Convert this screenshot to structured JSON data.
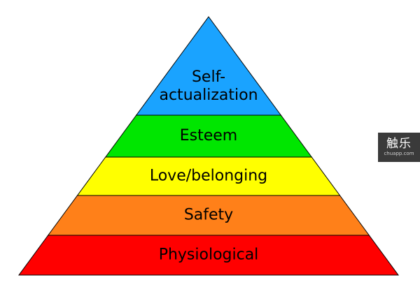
{
  "diagram": {
    "tiers": [
      {
        "label_lines": [
          "Self-",
          "actualization"
        ],
        "color": "#1aa3ff"
      },
      {
        "label_lines": [
          "Esteem"
        ],
        "color": "#00e600"
      },
      {
        "label_lines": [
          "Love/belonging"
        ],
        "color": "#ffff00"
      },
      {
        "label_lines": [
          "Safety"
        ],
        "color": "#ff8019"
      },
      {
        "label_lines": [
          "Physiological"
        ],
        "color": "#ff0000"
      }
    ],
    "outline_color": "#000000"
  },
  "watermark": {
    "logo_text": "触乐",
    "subtext": "chuapp.com"
  }
}
